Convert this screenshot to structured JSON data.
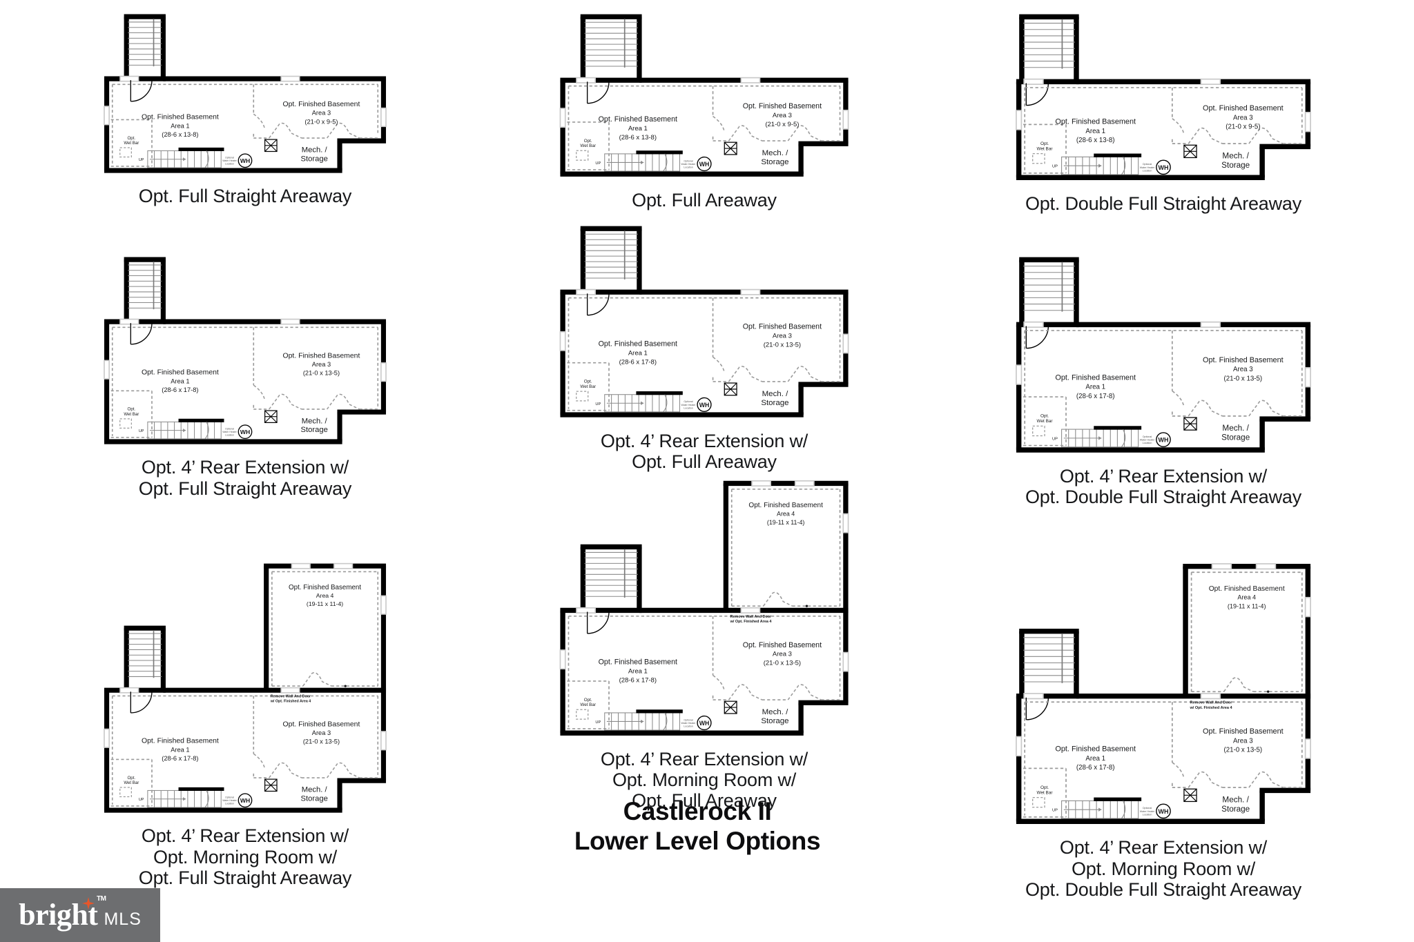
{
  "document": {
    "title_line1": "Castlerock II",
    "title_line2": "Lower Level Options",
    "title_block": "Castlerock II\nLower Level Options"
  },
  "watermark": {
    "brand": "bright",
    "suffix": "MLS",
    "trademark": "TM",
    "background_color": "#6d6e70",
    "text_color": "#ffffff",
    "spark_color": "#e8562a"
  },
  "colors": {
    "wall": "#000000",
    "wall_light": "#c9c9c9",
    "dashed": "#9a9a9a",
    "stair_line": "#8a8a8a",
    "text": "#17181a",
    "paper": "#ffffff"
  },
  "labels": {
    "finished_basement": "Opt. Finished Basement",
    "area1": "Area 1",
    "area3": "Area 3",
    "area4": "Area 4",
    "mech_line1": "Mech. /",
    "mech_line2": "Storage",
    "wet_bar_line1": "Opt.",
    "wet_bar_line2": "Wet Bar",
    "water_heater": "WH",
    "wh_note_line1": "Optional",
    "wh_note_line2": "Water Heater",
    "wh_note_line3": "Location",
    "up": "UP",
    "remove_wall_line1": "Remove Wall And Door",
    "remove_wall_line2": "w/ Opt. Finished Area 4"
  },
  "dimensions": {
    "area1_standard": "(28-6 x 13-8)",
    "area1_extended": "(28-6 x 17-8)",
    "area3_standard": "(21-0 x 9-5)",
    "area3_extended": "(21-0 x 13-5)",
    "area4": "(19-11 x 11-4)"
  },
  "plans": [
    {
      "id": "full-straight-areaway",
      "column": 1,
      "row": 1,
      "caption": "Opt. Full Straight Areaway",
      "areaway": "full-straight",
      "extension": false,
      "morning_room": false,
      "rooms": [
        {
          "name": "Opt. Finished Basement",
          "area": "Area 1",
          "dims": "(28-6 x 13-8)"
        },
        {
          "name": "Opt. Finished Basement",
          "area": "Area 3",
          "dims": "(21-0 x 9-5)"
        },
        {
          "name": "Mech. / Storage",
          "area": "",
          "dims": ""
        }
      ]
    },
    {
      "id": "full-areaway",
      "column": 2,
      "row": 1,
      "caption": "Opt. Full Areaway",
      "areaway": "full",
      "extension": false,
      "morning_room": false,
      "rooms": [
        {
          "name": "Opt. Finished Basement",
          "area": "Area 1",
          "dims": "(28-6 x 13-8)"
        },
        {
          "name": "Opt. Finished Basement",
          "area": "Area 3",
          "dims": "(21-0 x 9-5)"
        },
        {
          "name": "Mech. / Storage",
          "area": "",
          "dims": ""
        }
      ]
    },
    {
      "id": "double-full-straight-areaway",
      "column": 3,
      "row": 1,
      "caption": "Opt. Double Full Straight Areaway",
      "areaway": "double-full-straight",
      "extension": false,
      "morning_room": false,
      "rooms": [
        {
          "name": "Opt. Finished Basement",
          "area": "Area 1",
          "dims": "(28-6 x 13-8)"
        },
        {
          "name": "Opt. Finished Basement",
          "area": "Area 3",
          "dims": "(21-0 x 9-5)"
        },
        {
          "name": "Mech. / Storage",
          "area": "",
          "dims": ""
        }
      ]
    },
    {
      "id": "rear-ext-full-straight-areaway",
      "column": 1,
      "row": 2,
      "caption": "Opt. 4’ Rear Extension w/\nOpt. Full Straight Areaway",
      "areaway": "full-straight",
      "extension": true,
      "morning_room": false,
      "rooms": [
        {
          "name": "Opt. Finished Basement",
          "area": "Area 1",
          "dims": "(28-6 x 17-8)"
        },
        {
          "name": "Opt. Finished Basement",
          "area": "Area 3",
          "dims": "(21-0 x 13-5)"
        },
        {
          "name": "Mech. / Storage",
          "area": "",
          "dims": ""
        }
      ]
    },
    {
      "id": "rear-ext-full-areaway",
      "column": 2,
      "row": 2,
      "caption": "Opt. 4’ Rear Extension w/\nOpt. Full Areaway",
      "areaway": "full",
      "extension": true,
      "morning_room": false,
      "rooms": [
        {
          "name": "Opt. Finished Basement",
          "area": "Area 1",
          "dims": "(28-6 x 17-8)"
        },
        {
          "name": "Opt. Finished Basement",
          "area": "Area 3",
          "dims": "(21-0 x 13-5)"
        },
        {
          "name": "Mech. / Storage",
          "area": "",
          "dims": ""
        }
      ]
    },
    {
      "id": "rear-ext-double-full-straight-areaway",
      "column": 3,
      "row": 2,
      "caption": "Opt. 4’ Rear Extension w/\nOpt. Double Full Straight Areaway",
      "areaway": "double-full-straight",
      "extension": true,
      "morning_room": false,
      "rooms": [
        {
          "name": "Opt. Finished Basement",
          "area": "Area 1",
          "dims": "(28-6 x 17-8)"
        },
        {
          "name": "Opt. Finished Basement",
          "area": "Area 3",
          "dims": "(21-0 x 13-5)"
        },
        {
          "name": "Mech. / Storage",
          "area": "",
          "dims": ""
        }
      ]
    },
    {
      "id": "rear-ext-morning-room-full-straight-areaway",
      "column": 1,
      "row": 3,
      "caption": "Opt. 4’ Rear Extension w/\nOpt. Morning Room w/\nOpt. Full Straight Areaway",
      "areaway": "full-straight",
      "extension": true,
      "morning_room": true,
      "rooms": [
        {
          "name": "Opt. Finished Basement",
          "area": "Area 1",
          "dims": "(28-6 x 17-8)"
        },
        {
          "name": "Opt. Finished Basement",
          "area": "Area 3",
          "dims": "(21-0 x 13-5)"
        },
        {
          "name": "Opt. Finished Basement",
          "area": "Area 4",
          "dims": "(19-11 x 11-4)"
        },
        {
          "name": "Mech. / Storage",
          "area": "",
          "dims": ""
        }
      ]
    },
    {
      "id": "rear-ext-morning-room-full-areaway",
      "column": 2,
      "row": 3,
      "caption": "Opt. 4’ Rear Extension w/\nOpt. Morning Room w/\nOpt. Full Areaway",
      "areaway": "full",
      "extension": true,
      "morning_room": true,
      "rooms": [
        {
          "name": "Opt. Finished Basement",
          "area": "Area 1",
          "dims": "(28-6 x 17-8)"
        },
        {
          "name": "Opt. Finished Basement",
          "area": "Area 3",
          "dims": "(21-0 x 13-5)"
        },
        {
          "name": "Opt. Finished Basement",
          "area": "Area 4",
          "dims": "(19-11 x 11-4)"
        },
        {
          "name": "Mech. / Storage",
          "area": "",
          "dims": ""
        }
      ]
    },
    {
      "id": "rear-ext-morning-room-double-full-straight-areaway",
      "column": 3,
      "row": 3,
      "caption": "Opt. 4’ Rear Extension w/\nOpt. Morning Room w/\nOpt. Double Full Straight Areaway",
      "areaway": "double-full-straight",
      "extension": true,
      "morning_room": true,
      "rooms": [
        {
          "name": "Opt. Finished Basement",
          "area": "Area 1",
          "dims": "(28-6 x 17-8)"
        },
        {
          "name": "Opt. Finished Basement",
          "area": "Area 3",
          "dims": "(21-0 x 13-5)"
        },
        {
          "name": "Opt. Finished Basement",
          "area": "Area 4",
          "dims": "(19-11 x 11-4)"
        },
        {
          "name": "Mech. / Storage",
          "area": "",
          "dims": ""
        }
      ]
    }
  ]
}
